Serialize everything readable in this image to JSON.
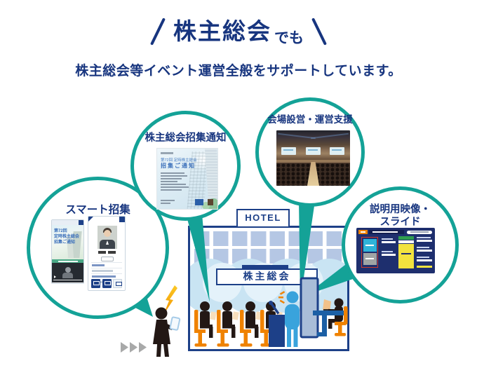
{
  "header": {
    "title_main": "株主総会",
    "title_suffix": "でも",
    "subtitle": "株主総会等イベント運営全般をサポートしています。"
  },
  "bubbles": {
    "smart": {
      "label": "スマート招集",
      "phone_doc_line1": "第72回",
      "phone_doc_line2": "定時株主総会",
      "phone_doc_line3": "招集ご通知"
    },
    "notice": {
      "label": "株主総会招集通知",
      "doc_line1": "第72回 定時株主総会",
      "doc_line2": "招集ご通知"
    },
    "venue": {
      "label": "会場設営・運営支援"
    },
    "slides": {
      "label_line1": "説明用映像・",
      "label_line2": "スライド"
    }
  },
  "building": {
    "hotel_sign": "HOTEL",
    "meeting_sign": "株主総会"
  },
  "colors": {
    "accent_teal": "#14a297",
    "title_navy": "#17357f",
    "line_navy": "#1d4088",
    "chair_orange": "#ef8200",
    "speaker_blue": "#39a3dc",
    "window_blue": "#b5c7e4",
    "lightning_orange": "#f29100"
  }
}
